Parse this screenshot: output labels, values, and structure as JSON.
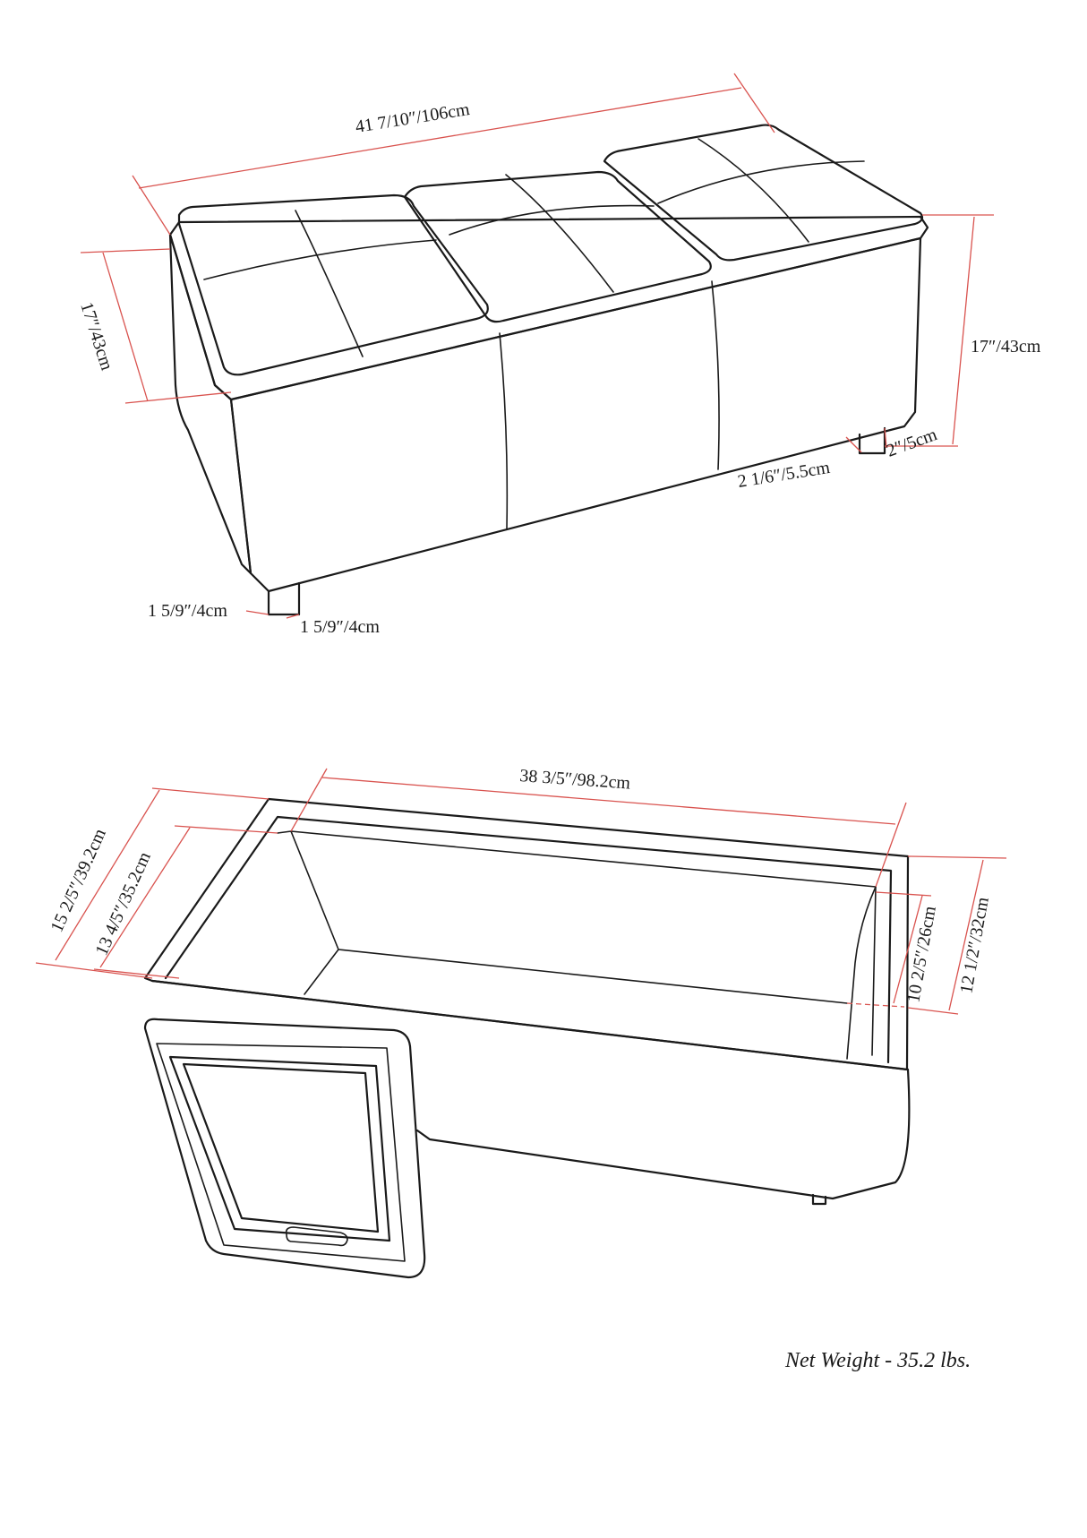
{
  "bench": {
    "length": "41 7/10″/106cm",
    "depth": "17″/43cm",
    "height": "17″/43cm",
    "leg_height": "2″/5cm",
    "leg_inset": "2 1/6″/5.5cm",
    "leg_width": "1 5/9″/4cm",
    "leg_depth": "1 5/9″/4cm"
  },
  "storage": {
    "inner_length": "38 3/5″/98.2cm",
    "outer_depth": "15 2/5″/39.2cm",
    "inner_depth": "13 4/5″/35.2cm",
    "inner_height": "10 2/5″/26cm",
    "outer_height": "12 1/2″/32cm"
  },
  "net_weight": "Net Weight - 35.2 lbs.",
  "colors": {
    "line": "#1a1a1a",
    "dimension": "#d9534f",
    "background": "#ffffff"
  }
}
